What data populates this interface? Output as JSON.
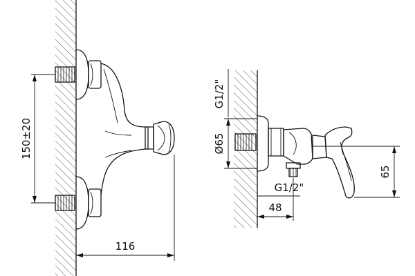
{
  "dimensions": {
    "left_height": "150±20",
    "left_depth": "116",
    "inlet_diameter": "Ø65",
    "inlet_thread_top": "G1/2\"",
    "outlet_thread": "G1/2\"",
    "outlet_offset": "48",
    "side_height": "65"
  },
  "colors": {
    "line": "#111111",
    "background": "#ffffff"
  }
}
